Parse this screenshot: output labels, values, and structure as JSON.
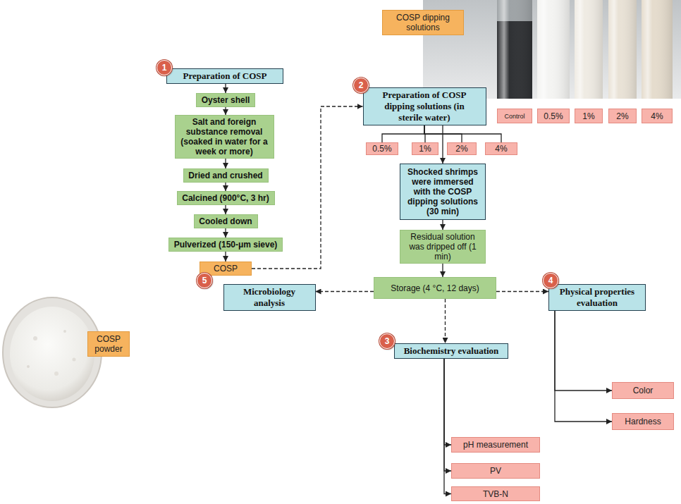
{
  "diagram": {
    "nodes": [
      {
        "text": [
          "1"
        ]
      },
      {
        "text": [
          "Preparation of COSP"
        ]
      },
      {
        "text": [
          "Oyster shell"
        ]
      },
      {
        "text": [
          "Salt and foreign substance removal (soaked in water for a week or more)"
        ]
      },
      {
        "text": [
          "Dried and crushed"
        ]
      },
      {
        "text": [
          "Calcined (900°C, 3 hr)"
        ]
      },
      {
        "text": [
          "Cooled down"
        ]
      },
      {
        "text": [
          "Pulverized (150-μm sieve)"
        ]
      },
      {
        "text": [
          "COSP"
        ]
      },
      {
        "text": [
          "COSP powder"
        ]
      },
      {
        "text": [
          "COSP dipping solutions"
        ]
      },
      {
        "text": [
          "Control"
        ]
      },
      {
        "text": [
          "0.5%"
        ]
      },
      {
        "text": [
          "1%"
        ]
      },
      {
        "text": [
          "2%"
        ]
      },
      {
        "text": [
          "4%"
        ]
      },
      {
        "text": [
          "2"
        ]
      },
      {
        "text": [
          "Preparation of COSP dipping solutions (in sterile water)"
        ]
      },
      {
        "text": [
          "0.5%"
        ]
      },
      {
        "text": [
          "1%"
        ]
      },
      {
        "text": [
          "2%"
        ]
      },
      {
        "text": [
          "4%"
        ]
      },
      {
        "text": [
          "Shocked shrimps were immersed with the COSP dipping solutions (30 min)"
        ]
      },
      {
        "text": [
          "Residual solution was dripped off (1 min)"
        ]
      },
      {
        "text": [
          "5"
        ]
      },
      {
        "text": [
          "Microbiology analysis"
        ]
      },
      {
        "text": [
          "Storage (4 °C, 12 days)"
        ]
      },
      {
        "text": [
          "4"
        ]
      },
      {
        "text": [
          "Physical properties evaluation"
        ]
      },
      {
        "text": [
          "Color"
        ]
      },
      {
        "text": [
          "Hardness"
        ]
      },
      {
        "text": [
          "3"
        ]
      },
      {
        "text": [
          "Biochemistry evaluation"
        ]
      },
      {
        "text": [
          "pH measurement"
        ]
      },
      {
        "text": [
          "PV"
        ]
      },
      {
        "text": [
          "TVB-N"
        ]
      }
    ],
    "edges": [
      {
        "from": 1,
        "to": 2,
        "arrow": "to"
      },
      {
        "from": 2,
        "to": 3,
        "arrow": "to"
      },
      {
        "from": 3,
        "to": 4,
        "arrow": "to"
      },
      {
        "from": 4,
        "to": 5,
        "arrow": "to"
      },
      {
        "from": 5,
        "to": 6,
        "arrow": "to"
      },
      {
        "from": 6,
        "to": 7,
        "arrow": "to"
      },
      {
        "from": 7,
        "to": 8,
        "arrow": "to"
      },
      {
        "from": 8,
        "to": 17,
        "arrow": "to"
      },
      {
        "from": 17,
        "to": 18,
        "arrow": "none"
      },
      {
        "from": 17,
        "to": 19,
        "arrow": "none"
      },
      {
        "from": 17,
        "to": 20,
        "arrow": "none"
      },
      {
        "from": 17,
        "to": 21,
        "arrow": "none"
      },
      {
        "from": 17,
        "to": 22,
        "arrow": "to"
      },
      {
        "from": 22,
        "to": 23,
        "arrow": "to"
      },
      {
        "from": 23,
        "to": 26,
        "arrow": "to"
      },
      {
        "from": 26,
        "to": 25,
        "arrow": "to"
      },
      {
        "from": 26,
        "to": 28,
        "arrow": "to"
      },
      {
        "from": 26,
        "to": 32,
        "arrow": "to"
      },
      {
        "from": 28,
        "to": 29,
        "arrow": "to"
      },
      {
        "from": 28,
        "to": 30,
        "arrow": "to"
      },
      {
        "from": 32,
        "to": 33,
        "arrow": "to"
      },
      {
        "from": 32,
        "to": 34,
        "arrow": "to"
      },
      {
        "from": 32,
        "to": 35,
        "arrow": "to"
      }
    ]
  }
}
